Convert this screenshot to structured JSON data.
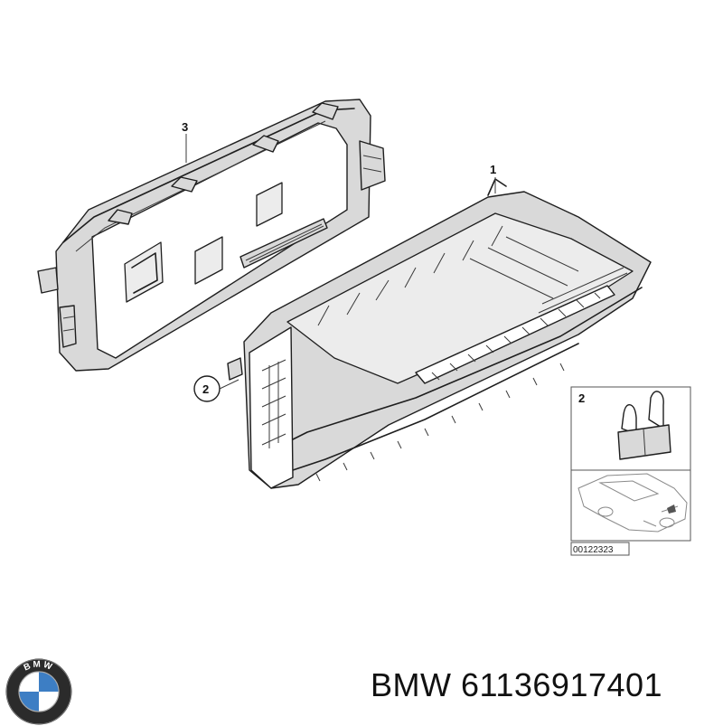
{
  "callouts": {
    "part_1": "1",
    "part_2": "2",
    "part_3": "3"
  },
  "inset": {
    "callout": "2",
    "reference_number": "00122323"
  },
  "brand": {
    "logo_text": "BMW",
    "caption": "BMW 61136917401"
  }
}
